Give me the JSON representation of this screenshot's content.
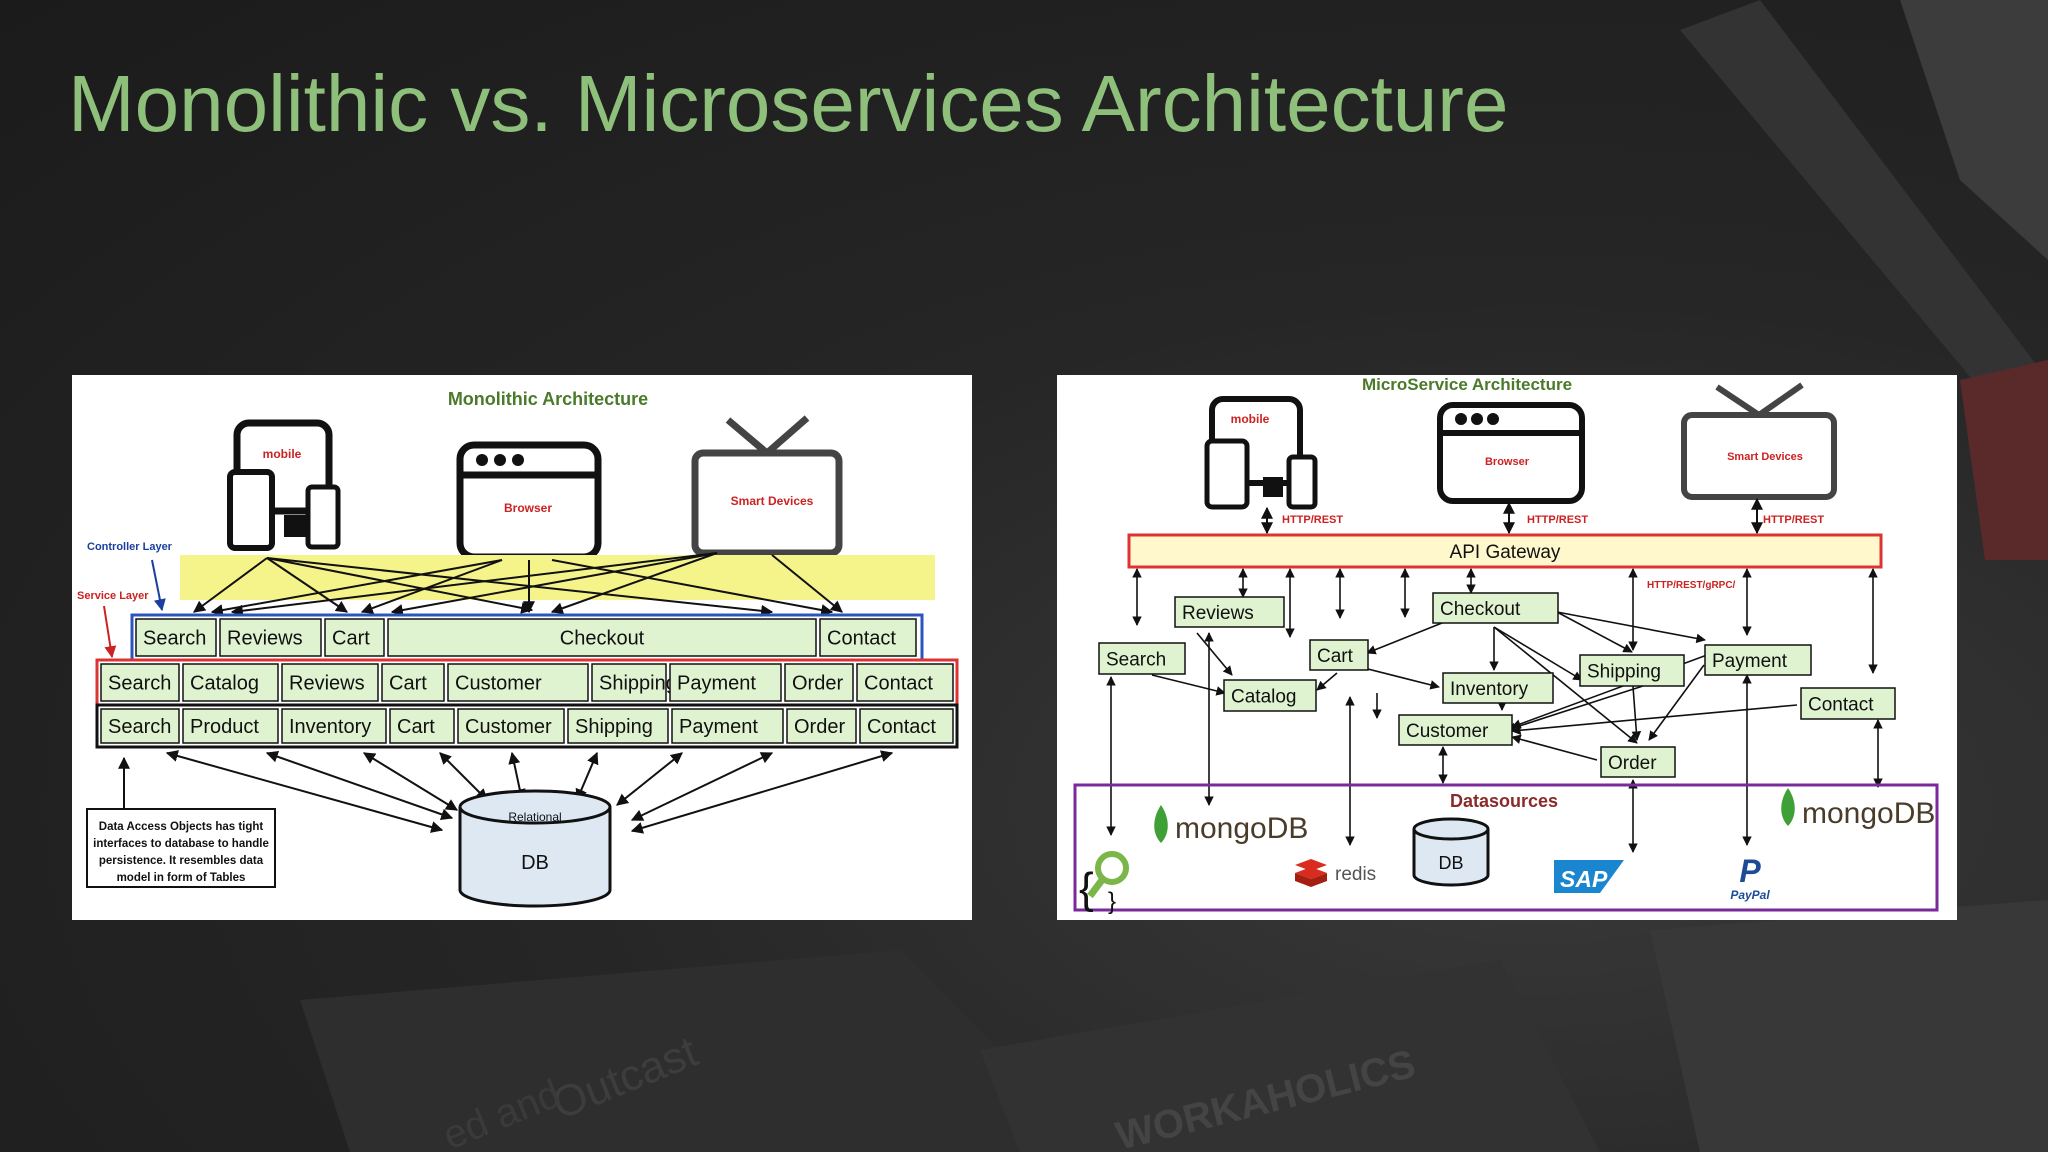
{
  "slide": {
    "title": "Monolithic vs. Microservices Architecture",
    "title_color": "#8ec07c",
    "background_color": "#222222",
    "background_print": [
      "Outcast",
      "WORKAHOLICS",
      "ed and"
    ]
  },
  "monolithic": {
    "title": "Monolithic Architecture",
    "devices": {
      "mobile": "mobile",
      "browser": "Browser",
      "smart": "Smart Devices"
    },
    "controller_label": "Controller Layer",
    "service_label": "Service Layer",
    "controller_row": [
      "Search",
      "Reviews",
      "Cart",
      "Checkout",
      "Contact"
    ],
    "service_row": [
      "Search",
      "Catalog",
      "Reviews",
      "Cart",
      "Customer",
      "Shipping",
      "Payment",
      "Order",
      "Contact"
    ],
    "dao_row": [
      "Search",
      "Product",
      "Inventory",
      "Cart",
      "Customer",
      "Shipping",
      "Payment",
      "Order",
      "Contact"
    ],
    "db_top": "Relational",
    "db_label": "DB",
    "note_lines": [
      "Data Access Objects has tight",
      "interfaces to database to handle",
      "persistence. It resembles data",
      "model in form of Tables"
    ]
  },
  "micro": {
    "title": "MicroService Architecture",
    "devices": {
      "mobile": "mobile",
      "browser": "Browser",
      "smart": "Smart Devices"
    },
    "http_rest": "HTTP/REST",
    "gateway": "API Gateway",
    "grpc": "HTTP/REST/gRPC/",
    "services": {
      "reviews": "Reviews",
      "checkout": "Checkout",
      "cart": "Cart",
      "search": "Search",
      "catalog": "Catalog",
      "inventory": "Inventory",
      "shipping": "Shipping",
      "payment": "Payment",
      "contact": "Contact",
      "customer": "Customer",
      "order": "Order"
    },
    "datasources": "Datasources",
    "ds": {
      "mongo1": "mongoDB",
      "mongo2": "mongoDB",
      "redis": "redis",
      "db": "DB",
      "sap": "SAP",
      "paypal": "PayPal"
    }
  },
  "colors": {
    "green_title": "#4a7a2a",
    "red_label": "#cc2222",
    "blue_label": "#1a3fa0",
    "box_fill": "#dff3d0",
    "gateway_fill": "#fff8cc",
    "highlight_yellow": "#f5f48a",
    "purple_border": "#7a2a9a",
    "db_fill": "#dde8f2"
  }
}
